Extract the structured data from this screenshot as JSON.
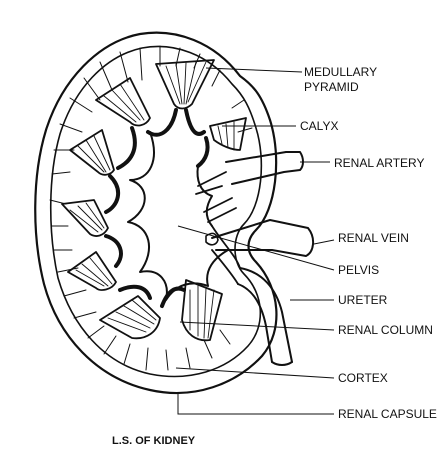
{
  "diagram": {
    "caption": "L.S. OF KIDNEY",
    "labels": {
      "medullary_pyramid_line1": "MEDULLARY",
      "medullary_pyramid_line2": "PYRAMID",
      "calyx": "CALYX",
      "renal_artery": "RENAL ARTERY",
      "renal_vein": "RENAL VEIN",
      "pelvis": "PELVIS",
      "ureter": "URETER",
      "renal_column": "RENAL COLUMN",
      "cortex": "CORTEX",
      "renal_capsule": "RENAL CAPSULE"
    }
  }
}
